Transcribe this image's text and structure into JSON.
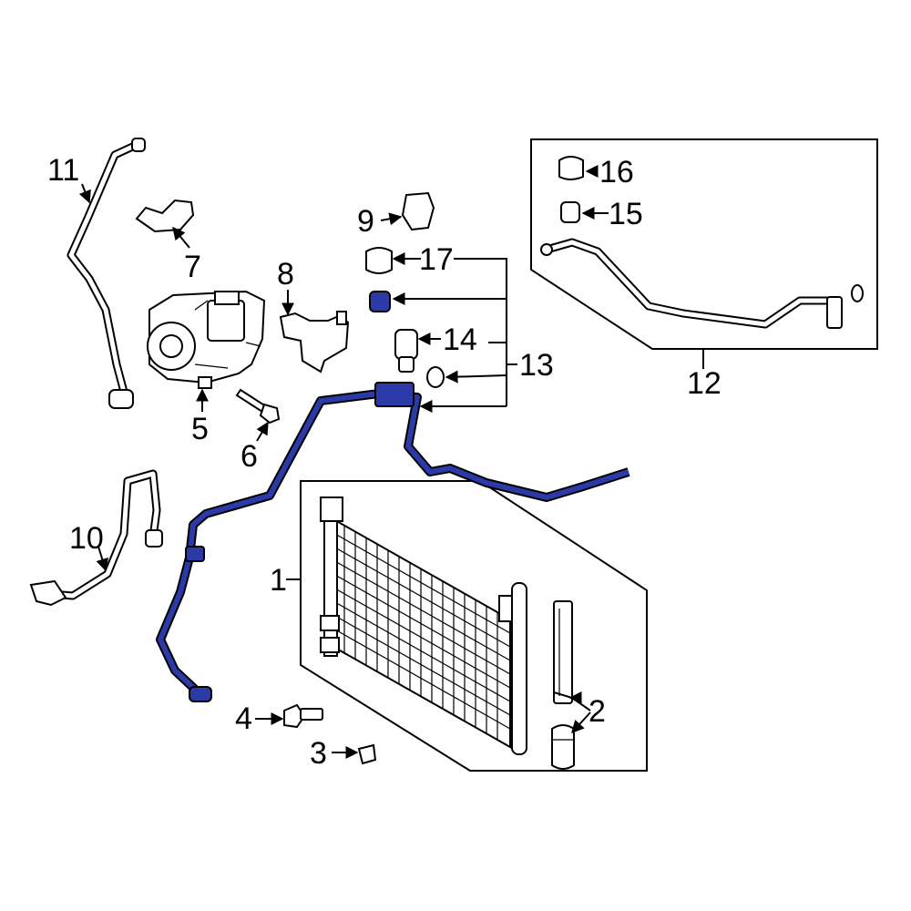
{
  "diagram": {
    "highlight_color": "#2b3aa6",
    "callouts": {
      "c1": "1",
      "c2": "2",
      "c3": "3",
      "c4": "4",
      "c5": "5",
      "c6": "6",
      "c7": "7",
      "c8": "8",
      "c9": "9",
      "c10": "10",
      "c11": "11",
      "c12": "12",
      "c13": "13",
      "c14": "14",
      "c15": "15",
      "c16": "16",
      "c17": "17"
    },
    "icons": [
      "condenser-icon",
      "compressor-icon",
      "hose-icon",
      "switch-icon",
      "bolt-icon",
      "bracket-icon",
      "o-ring-icon",
      "cap-icon"
    ]
  }
}
